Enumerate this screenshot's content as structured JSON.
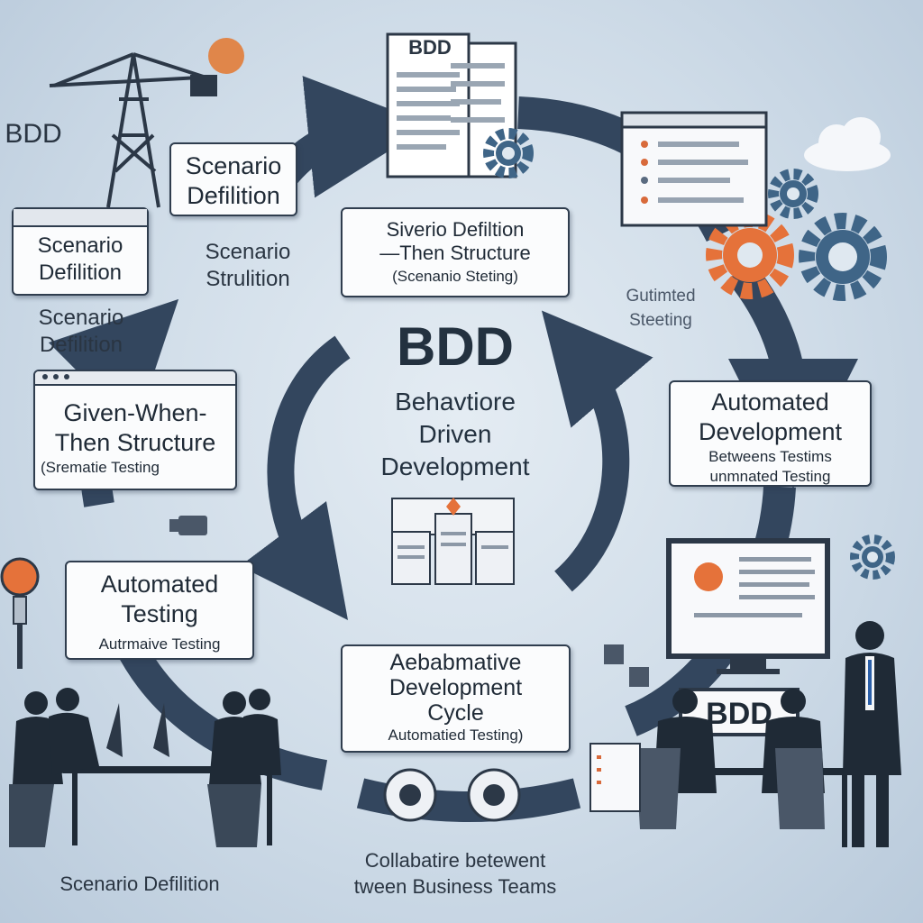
{
  "top_doc_title": "BDD",
  "left_bdd": "BDD",
  "card_scenario_top": {
    "line1": "Scenario",
    "line2": "Defilition"
  },
  "card_scenario_left": {
    "line1": "Scenario",
    "line2": "Defilition"
  },
  "label_scenario_structure": {
    "line1": "Scenario",
    "line2": "Strulition"
  },
  "label_scenario_def_left": {
    "line1": "Scenario",
    "line2": "Defilition"
  },
  "card_given_when": {
    "line1": "Given-When-",
    "line2": "Then Structure",
    "line3": "(Srematie Testing"
  },
  "card_automated_left": {
    "line1": "Automated",
    "line2": "Testing",
    "line3": "Autrmaive Testing"
  },
  "card_center_top": {
    "line1": "Siverio Defiltion",
    "line2": "—Then Structure",
    "line3": "(Scenanio Steting)"
  },
  "center_title": "BDD",
  "center_subtitle": {
    "line1": "Behavtiore",
    "line2": "Driven",
    "line3": "Development"
  },
  "card_automated_dev": {
    "line1": "Automated",
    "line2": "Development",
    "line3": "Betweens Testims",
    "line4": "unmnated Testing"
  },
  "label_gutimted": {
    "line1": "Gutimted",
    "line2": "Steeting"
  },
  "card_collab_cycle": {
    "line1": "Aebabmative",
    "line2": "Development",
    "line3": "Cycle",
    "line4": "Automatied Testing)"
  },
  "bottom_left_label": "Scenario Defilition",
  "bottom_center_label": {
    "line1": "Collabatire betewent",
    "line2": "tween Business Teams"
  },
  "screen_bdd": "BDD",
  "colors": {
    "arrow": "#33465e",
    "gear_orange": "#e5723a",
    "gear_blue": "#3f6587",
    "background": "#cfdce8"
  }
}
